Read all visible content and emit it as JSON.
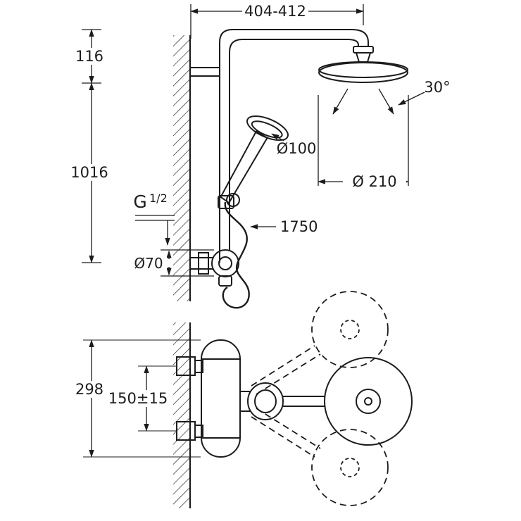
{
  "colors": {
    "ink": "#1c1c1c",
    "background": "#ffffff"
  },
  "labels": {
    "width_range": "404-412",
    "head_offset": "116",
    "column_height": "1016",
    "thread_g": "G",
    "thread_size": "1/2",
    "valve_dia": "Ø70",
    "handshower_dia": "Ø100",
    "headshower_dia": "Ø 210",
    "spray_angle": "30°",
    "hose_length": "1750",
    "plan_width": "298",
    "inlet_spacing": "150±15"
  }
}
